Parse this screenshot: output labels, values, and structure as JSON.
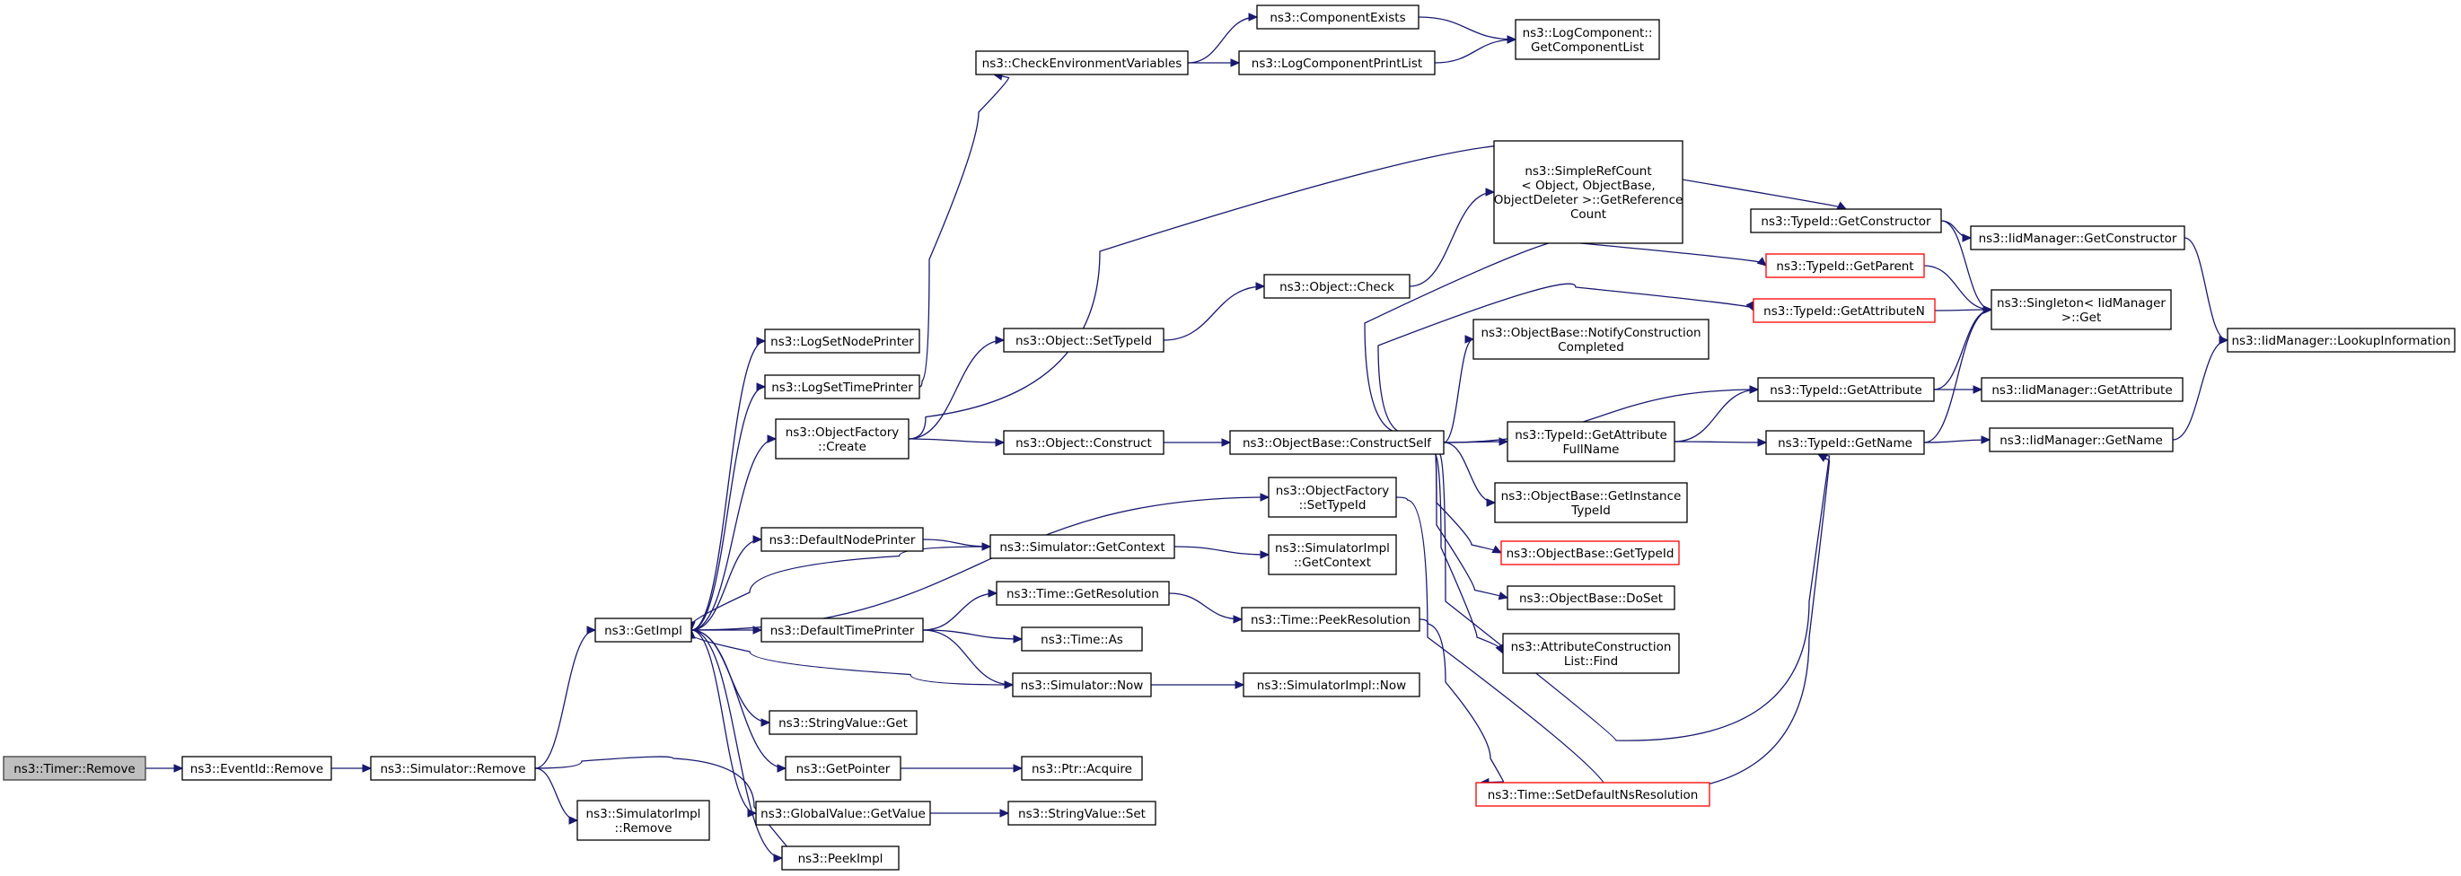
{
  "colors": {
    "edge": "#191970",
    "node_border": "#000000",
    "root_fill": "#bfbfbf",
    "truncated_border": "#ff0000"
  },
  "nodes": [
    {
      "id": "timer_remove",
      "lines": [
        "ns3::Timer::Remove"
      ],
      "style": "root"
    },
    {
      "id": "eventid_remove",
      "lines": [
        "ns3::EventId::Remove"
      ]
    },
    {
      "id": "sim_remove",
      "lines": [
        "ns3::Simulator::Remove"
      ]
    },
    {
      "id": "getimpl",
      "lines": [
        "ns3::GetImpl"
      ]
    },
    {
      "id": "simimpl_remove",
      "lines": [
        "ns3::SimulatorImpl",
        "::Remove"
      ]
    },
    {
      "id": "peekimpl",
      "lines": [
        "ns3::PeekImpl"
      ]
    },
    {
      "id": "lognodeprinter",
      "lines": [
        "ns3::LogSetNodePrinter"
      ]
    },
    {
      "id": "logtimeprinter",
      "lines": [
        "ns3::LogSetTimePrinter"
      ]
    },
    {
      "id": "of_create",
      "lines": [
        "ns3::ObjectFactory",
        "::Create"
      ]
    },
    {
      "id": "defnodeprinter",
      "lines": [
        "ns3::DefaultNodePrinter"
      ]
    },
    {
      "id": "deftimeprinter",
      "lines": [
        "ns3::DefaultTimePrinter"
      ]
    },
    {
      "id": "stringvalue_get",
      "lines": [
        "ns3::StringValue::Get"
      ]
    },
    {
      "id": "getpointer",
      "lines": [
        "ns3::GetPointer"
      ]
    },
    {
      "id": "globalvalue_getvalue",
      "lines": [
        "ns3::GlobalValue::GetValue"
      ]
    },
    {
      "id": "checkenv",
      "lines": [
        "ns3::CheckEnvironmentVariables"
      ]
    },
    {
      "id": "obj_settypeid",
      "lines": [
        "ns3::Object::SetTypeId"
      ]
    },
    {
      "id": "obj_construct",
      "lines": [
        "ns3::Object::Construct"
      ]
    },
    {
      "id": "sim_getcontext",
      "lines": [
        "ns3::Simulator::GetContext"
      ]
    },
    {
      "id": "time_getres",
      "lines": [
        "ns3::Time::GetResolution"
      ]
    },
    {
      "id": "time_as",
      "lines": [
        "ns3::Time::As"
      ]
    },
    {
      "id": "sim_now",
      "lines": [
        "ns3::Simulator::Now"
      ]
    },
    {
      "id": "ptr_acquire",
      "lines": [
        "ns3::Ptr::Acquire"
      ]
    },
    {
      "id": "stringvalue_set",
      "lines": [
        "ns3::StringValue::Set"
      ]
    },
    {
      "id": "compexists",
      "lines": [
        "ns3::ComponentExists"
      ]
    },
    {
      "id": "logcompprintlist",
      "lines": [
        "ns3::LogComponentPrintList"
      ]
    },
    {
      "id": "obj_check",
      "lines": [
        "ns3::Object::Check"
      ]
    },
    {
      "id": "objbase_constructself",
      "lines": [
        "ns3::ObjectBase::ConstructSelf"
      ]
    },
    {
      "id": "of_settypeid",
      "lines": [
        "ns3::ObjectFactory",
        "::SetTypeId"
      ]
    },
    {
      "id": "simimpl_getcontext",
      "lines": [
        "ns3::SimulatorImpl",
        "::GetContext"
      ]
    },
    {
      "id": "time_peekres",
      "lines": [
        "ns3::Time::PeekResolution"
      ]
    },
    {
      "id": "simimpl_now",
      "lines": [
        "ns3::SimulatorImpl::Now"
      ]
    },
    {
      "id": "logcomp_getlist",
      "lines": [
        "ns3::LogComponent::",
        "GetComponentList"
      ]
    },
    {
      "id": "simplerefcount",
      "lines": [
        "ns3::SimpleRefCount",
        "< Object, ObjectBase,",
        "ObjectDeleter >::GetReference",
        "Count"
      ]
    },
    {
      "id": "objbase_notify",
      "lines": [
        "ns3::ObjectBase::NotifyConstruction",
        "Completed"
      ]
    },
    {
      "id": "typeid_getattrfullname",
      "lines": [
        "ns3::TypeId::GetAttribute",
        "FullName"
      ]
    },
    {
      "id": "objbase_getinstancetypeid",
      "lines": [
        "ns3::ObjectBase::GetInstance",
        "TypeId"
      ]
    },
    {
      "id": "objbase_gettypeid",
      "lines": [
        "ns3::ObjectBase::GetTypeId"
      ],
      "style": "red"
    },
    {
      "id": "objbase_doset",
      "lines": [
        "ns3::ObjectBase::DoSet"
      ]
    },
    {
      "id": "attrconstr_find",
      "lines": [
        "ns3::AttributeConstruction",
        "List::Find"
      ]
    },
    {
      "id": "time_setdefaultnsres",
      "lines": [
        "ns3::Time::SetDefaultNsResolution"
      ],
      "style": "red"
    },
    {
      "id": "typeid_getconstructor",
      "lines": [
        "ns3::TypeId::GetConstructor"
      ]
    },
    {
      "id": "typeid_getparent",
      "lines": [
        "ns3::TypeId::GetParent"
      ],
      "style": "red"
    },
    {
      "id": "typeid_getattributen",
      "lines": [
        "ns3::TypeId::GetAttributeN"
      ],
      "style": "red"
    },
    {
      "id": "typeid_getattribute",
      "lines": [
        "ns3::TypeId::GetAttribute"
      ]
    },
    {
      "id": "typeid_getname",
      "lines": [
        "ns3::TypeId::GetName"
      ]
    },
    {
      "id": "iidmgr_getconstructor",
      "lines": [
        "ns3::IidManager::GetConstructor"
      ]
    },
    {
      "id": "singleton_get",
      "lines": [
        "ns3::Singleton< IidManager",
        ">::Get"
      ]
    },
    {
      "id": "iidmgr_getattribute",
      "lines": [
        "ns3::IidManager::GetAttribute"
      ]
    },
    {
      "id": "iidmgr_getname",
      "lines": [
        "ns3::IidManager::GetName"
      ]
    },
    {
      "id": "iidmgr_lookupinfo",
      "lines": [
        "ns3::IidManager::LookupInformation"
      ]
    }
  ],
  "edges": [
    [
      "timer_remove",
      "eventid_remove"
    ],
    [
      "eventid_remove",
      "sim_remove"
    ],
    [
      "sim_remove",
      "getimpl"
    ],
    [
      "sim_remove",
      "simimpl_remove"
    ],
    [
      "sim_remove",
      "peekimpl"
    ],
    [
      "getimpl",
      "lognodeprinter"
    ],
    [
      "getimpl",
      "logtimeprinter"
    ],
    [
      "getimpl",
      "of_create"
    ],
    [
      "getimpl",
      "defnodeprinter"
    ],
    [
      "getimpl",
      "deftimeprinter"
    ],
    [
      "getimpl",
      "stringvalue_get"
    ],
    [
      "getimpl",
      "getpointer"
    ],
    [
      "getimpl",
      "globalvalue_getvalue"
    ],
    [
      "getimpl",
      "peekimpl"
    ],
    [
      "getimpl",
      "of_settypeid"
    ],
    [
      "logtimeprinter",
      "checkenv"
    ],
    [
      "of_create",
      "obj_settypeid"
    ],
    [
      "of_create",
      "obj_construct"
    ],
    [
      "of_create",
      "typeid_getconstructor"
    ],
    [
      "defnodeprinter",
      "sim_getcontext"
    ],
    [
      "sim_getcontext",
      "getimpl"
    ],
    [
      "sim_getcontext",
      "simimpl_getcontext"
    ],
    [
      "deftimeprinter",
      "time_getres"
    ],
    [
      "deftimeprinter",
      "time_as"
    ],
    [
      "deftimeprinter",
      "sim_now"
    ],
    [
      "sim_now",
      "getimpl"
    ],
    [
      "sim_now",
      "simimpl_now"
    ],
    [
      "getpointer",
      "ptr_acquire"
    ],
    [
      "globalvalue_getvalue",
      "stringvalue_set"
    ],
    [
      "checkenv",
      "compexists"
    ],
    [
      "checkenv",
      "logcompprintlist"
    ],
    [
      "compexists",
      "logcomp_getlist"
    ],
    [
      "logcompprintlist",
      "logcomp_getlist"
    ],
    [
      "obj_settypeid",
      "obj_check"
    ],
    [
      "obj_check",
      "simplerefcount"
    ],
    [
      "obj_construct",
      "objbase_constructself"
    ],
    [
      "time_getres",
      "time_peekres"
    ],
    [
      "time_peekres",
      "time_setdefaultnsres"
    ],
    [
      "of_settypeid",
      "typeid_getname"
    ],
    [
      "objbase_constructself",
      "typeid_getparent"
    ],
    [
      "objbase_constructself",
      "typeid_getattributen"
    ],
    [
      "objbase_constructself",
      "objbase_notify"
    ],
    [
      "objbase_constructself",
      "typeid_getattribute"
    ],
    [
      "objbase_constructself",
      "typeid_getattrfullname"
    ],
    [
      "objbase_constructself",
      "objbase_getinstancetypeid"
    ],
    [
      "objbase_constructself",
      "objbase_gettypeid"
    ],
    [
      "objbase_constructself",
      "objbase_doset"
    ],
    [
      "objbase_constructself",
      "attrconstr_find"
    ],
    [
      "objbase_constructself",
      "typeid_getname"
    ],
    [
      "typeid_getattrfullname",
      "typeid_getattribute"
    ],
    [
      "typeid_getattrfullname",
      "typeid_getname"
    ],
    [
      "typeid_getconstructor",
      "iidmgr_getconstructor"
    ],
    [
      "typeid_getconstructor",
      "singleton_get"
    ],
    [
      "typeid_getparent",
      "singleton_get"
    ],
    [
      "typeid_getattributen",
      "singleton_get"
    ],
    [
      "typeid_getattribute",
      "singleton_get"
    ],
    [
      "typeid_getattribute",
      "iidmgr_getattribute"
    ],
    [
      "typeid_getname",
      "singleton_get"
    ],
    [
      "typeid_getname",
      "iidmgr_getname"
    ],
    [
      "iidmgr_getconstructor",
      "iidmgr_lookupinfo"
    ],
    [
      "iidmgr_getname",
      "iidmgr_lookupinfo"
    ]
  ]
}
